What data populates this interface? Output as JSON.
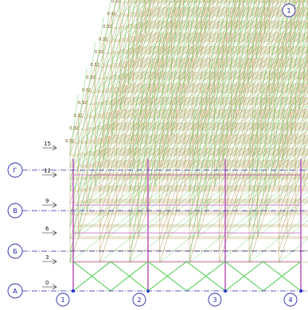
{
  "model_view": {
    "column_axes": [
      "1",
      "2",
      "3",
      "4"
    ],
    "row_axes": [
      "А",
      "Б",
      "В",
      "Г"
    ],
    "floor_levels": [
      "0",
      "3",
      "6",
      "9",
      "12",
      "15"
    ],
    "top_axis_marker": "1",
    "load_label": "0.32",
    "colors": {
      "axis_circle": "#2a2aa8",
      "axis_line": "#2a2aa8",
      "columns": "#c060c0",
      "bracing": "#44cc44",
      "truss_grid": "#b89a5a",
      "load_text": "#7a5a10",
      "nodes": "#1a1aff"
    }
  }
}
